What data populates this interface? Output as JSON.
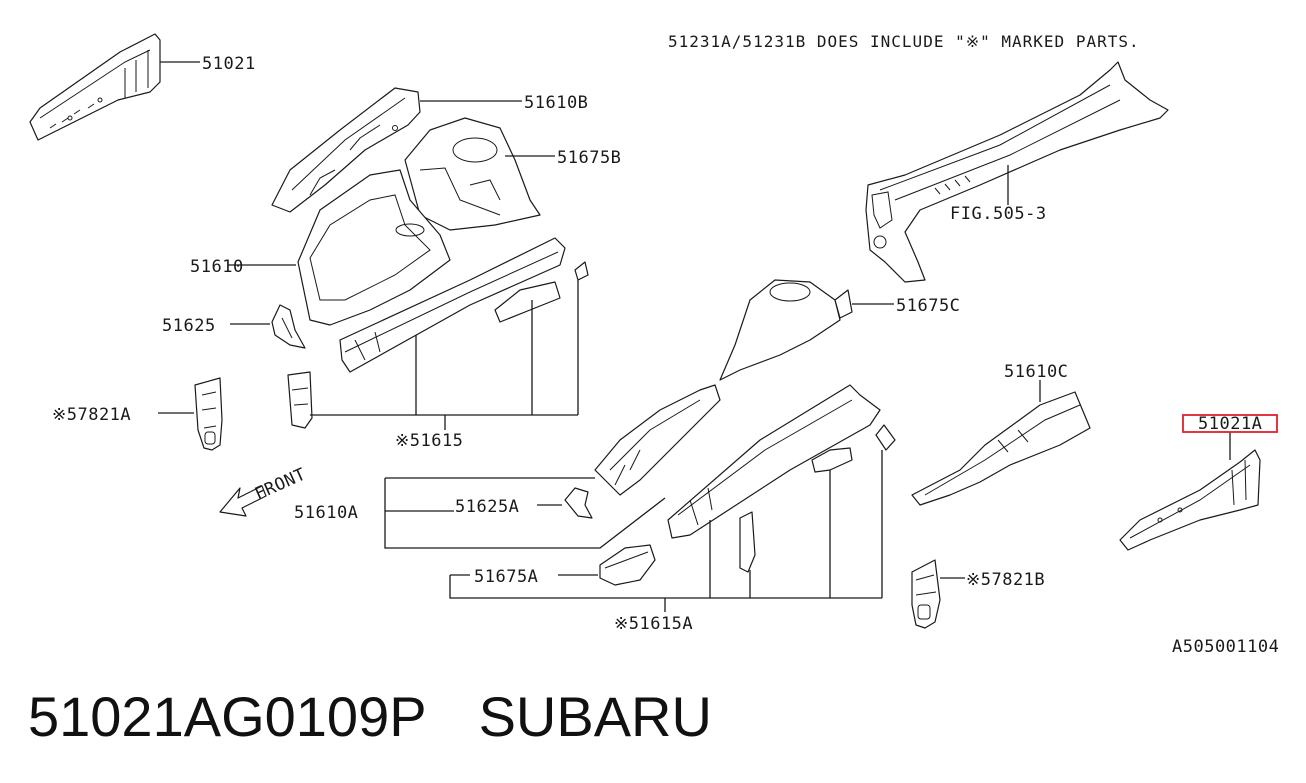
{
  "note": "51231A/51231B DOES INCLUDE \"※\" MARKED PARTS.",
  "labels": {
    "l51021": "51021",
    "l51610B": "51610B",
    "l51675B": "51675B",
    "l51610": "51610",
    "l51625": "51625",
    "l57821A": "※57821A",
    "l51615": "※51615",
    "front": "FRONT",
    "l51610A": "51610A",
    "l51625A": "51625A",
    "l51675A": "51675A",
    "l51615A": "※51615A",
    "l51675C": "51675C",
    "fig": "FIG.505-3",
    "l51610C": "51610C",
    "l51021A": "51021A",
    "l57821B": "※57821B",
    "code": "A505001104"
  },
  "highlight_color": "#e0202a",
  "caption": {
    "part_number": "51021AG0109P",
    "brand": "SUBARU"
  }
}
